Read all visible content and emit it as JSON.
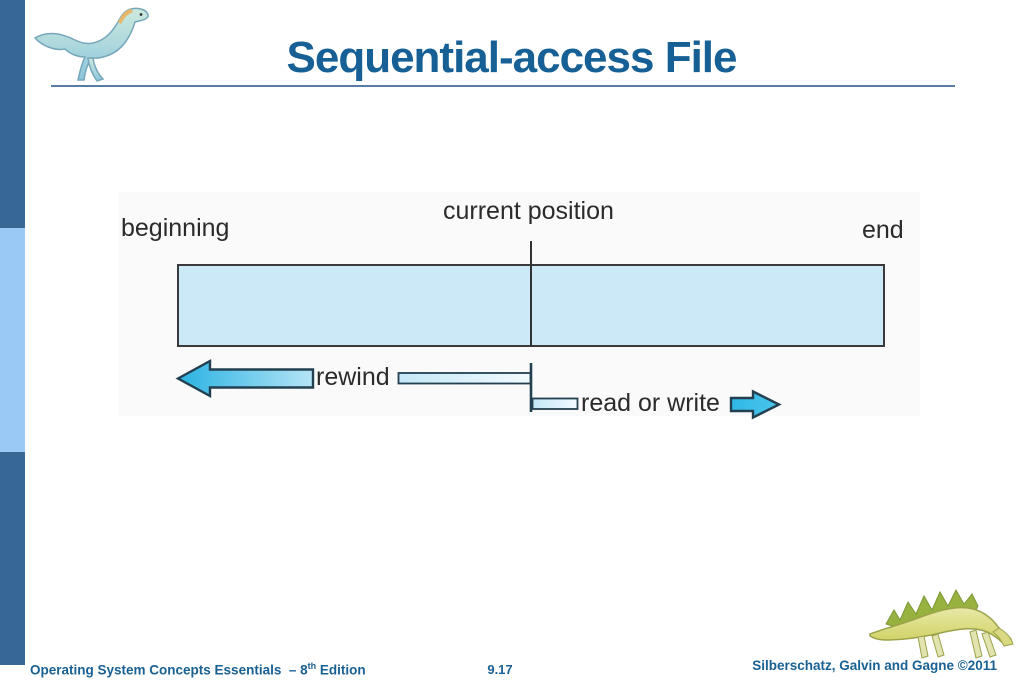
{
  "header": {
    "title": "Sequential-access File"
  },
  "figure": {
    "labels": {
      "beginning": "beginning",
      "current_position": "current position",
      "end": "end",
      "rewind": "rewind",
      "read_or_write": "read or write"
    }
  },
  "footer": {
    "left_prefix": "Operating System Concepts Essentials  – 8",
    "left_sup": "th",
    "left_suffix": " Edition",
    "page_number": "9.17",
    "right": "Silberschatz, Galvin and Gagne ©2011"
  },
  "icons": {
    "header_dinosaur": "light-blue-dinosaur-logo",
    "footer_dinosaur": "yellow-sail-dinosaur-logo"
  },
  "colors": {
    "accent_blue": "#176095",
    "sidebar_dark_blue": "#376795",
    "sidebar_light_blue": "#9ac9f6",
    "underline_blue": "#5a7ca3",
    "file_fill": "#cbe9f7",
    "arrow_cyan": "#2fb9e6",
    "outline_dark": "#22404f",
    "label_text": "#2b2b2b"
  }
}
